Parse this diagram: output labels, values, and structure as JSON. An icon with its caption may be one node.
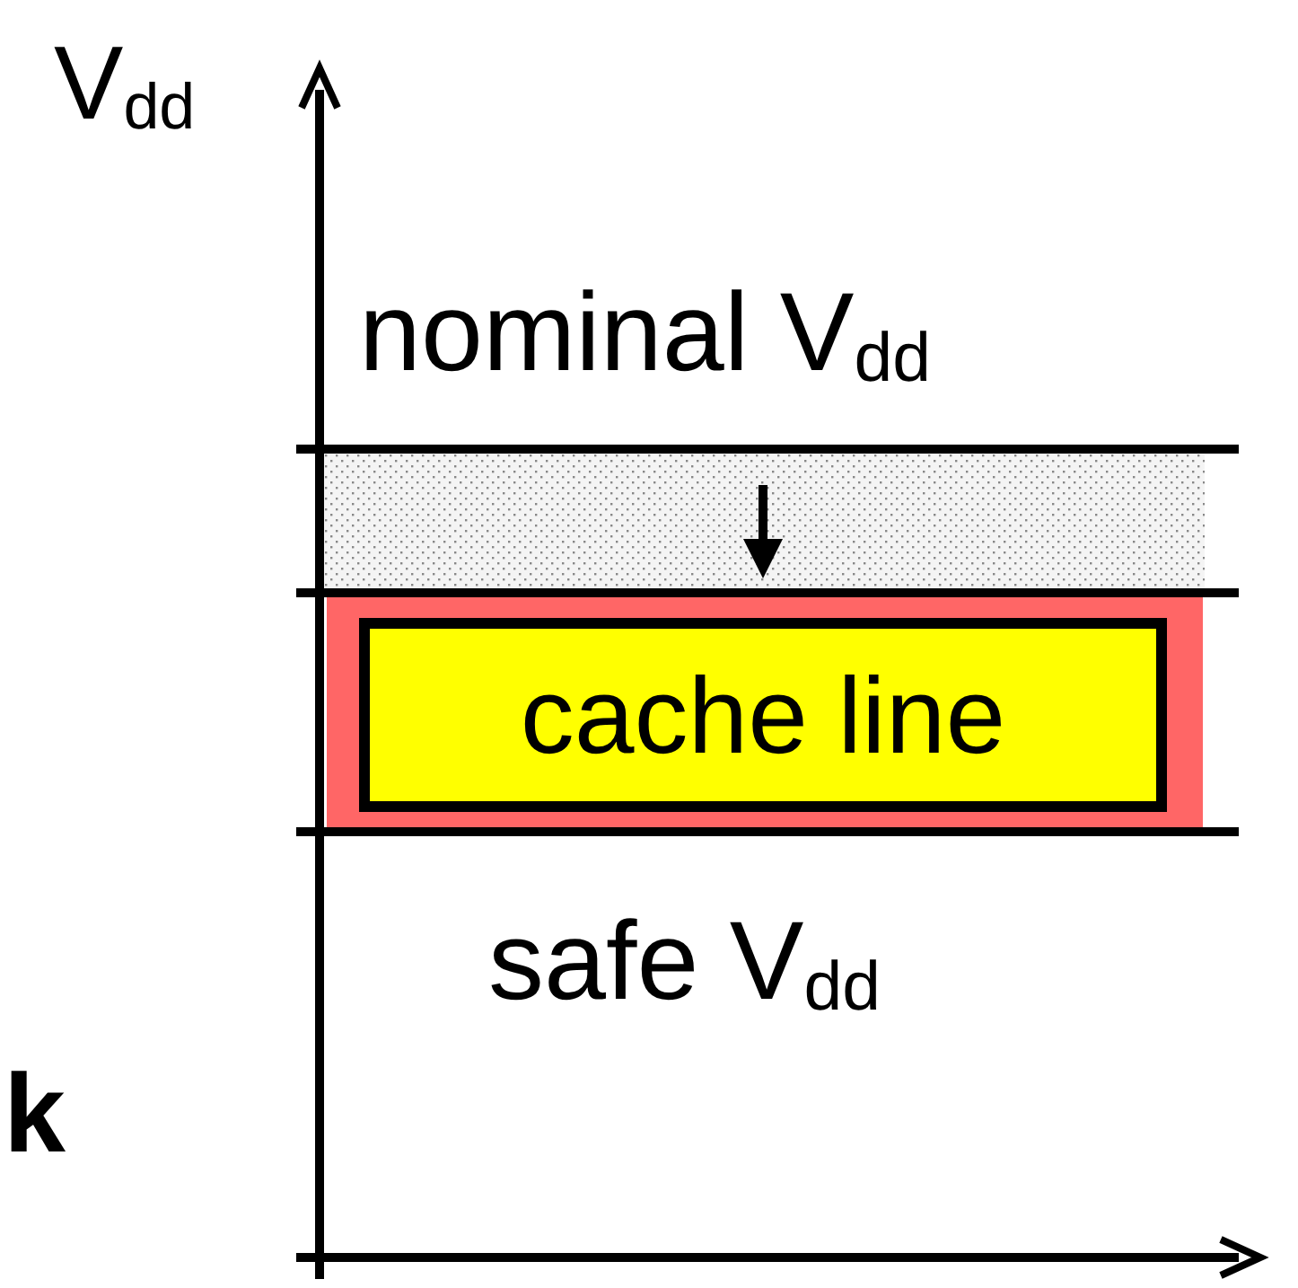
{
  "diagram": {
    "nodes": [
      {
        "text": [
          "cache line"
        ]
      }
    ],
    "edges": [],
    "labels": [
      "V$_{dd}$",
      "nominal V$_{dd}$",
      "safe V$_{dd}$",
      "k"
    ]
  }
}
